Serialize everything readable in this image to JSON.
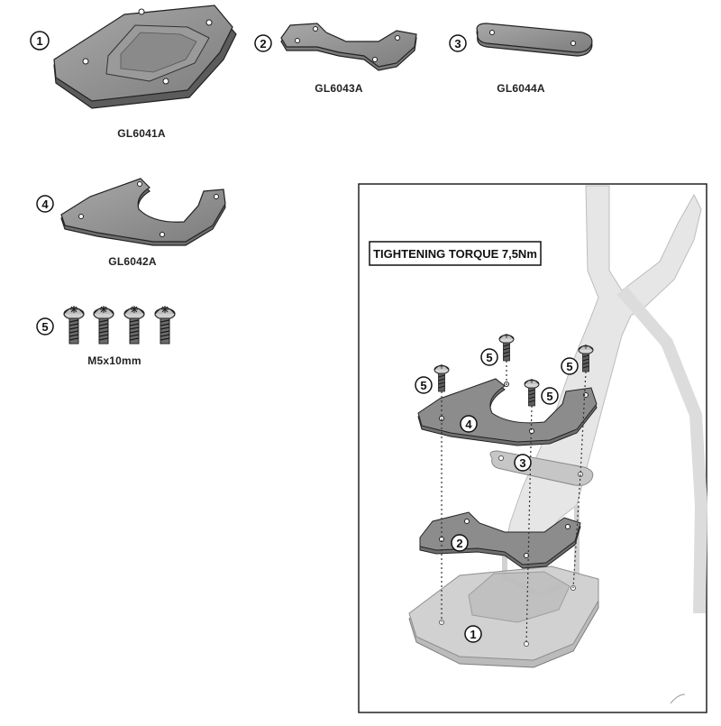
{
  "parts": [
    {
      "number": "1",
      "code": "GL6041A"
    },
    {
      "number": "2",
      "code": "GL6043A"
    },
    {
      "number": "3",
      "code": "GL6044A"
    },
    {
      "number": "4",
      "code": "GL6042A"
    },
    {
      "number": "5",
      "code": "M5x10mm"
    }
  ],
  "assembly": {
    "torque_label": "TIGHTENING TORQUE 7,5Nm",
    "callouts": [
      "5",
      "5",
      "5",
      "5",
      "4",
      "3",
      "2",
      "1"
    ]
  },
  "colors": {
    "plate_fill": "#8e8e8e",
    "plate_dark": "#4a4a4a",
    "plate_light": "#b9b9b9",
    "stand_fill": "#e4e4e4",
    "line": "#222222"
  }
}
